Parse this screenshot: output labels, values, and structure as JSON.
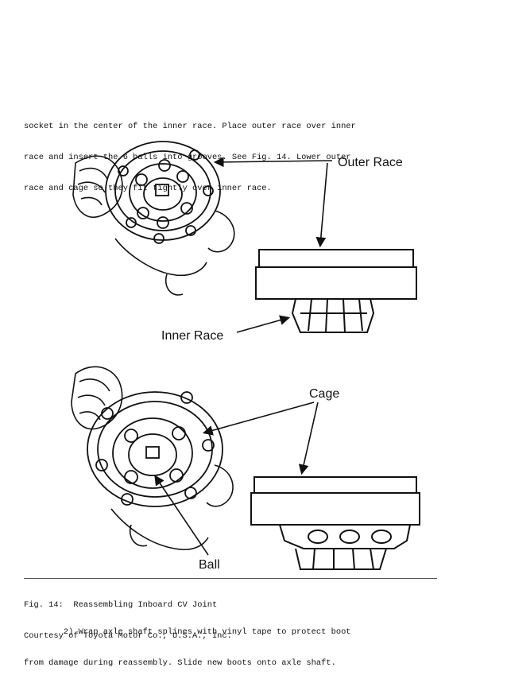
{
  "intro_lines": [
    "socket in the center of the inner race. Place outer race over inner",
    "race and insert the 6 balls into grooves. See Fig. 14. Lower outer",
    "race and cage so they fit tightly over inner race."
  ],
  "figure": {
    "labels": {
      "outer_race": "Outer Race",
      "inner_race": "Inner Race",
      "cage": "Cage",
      "ball": "Ball"
    }
  },
  "caption_lines": [
    "Fig. 14:  Reassembling Inboard CV Joint",
    "Courtesy of Toyota Motor Co., U.S.A., Inc."
  ],
  "step_lines": [
    "        2) Wrap axle shaft splines with vinyl tape to protect boot",
    "from damage during reassembly. Slide new boots onto axle shaft."
  ]
}
